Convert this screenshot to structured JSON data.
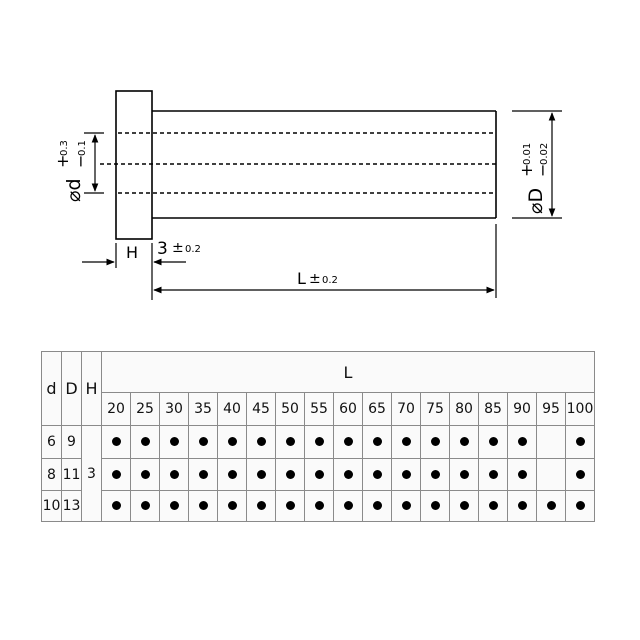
{
  "drawing": {
    "labels": {
      "inner_dia_symbol": "⌀d",
      "inner_dia_tol_upper": "+0.3",
      "inner_dia_tol_lower": "−0.1",
      "outer_dia_symbol": "⌀D",
      "outer_dia_tol_upper": "+0.01",
      "outer_dia_tol_lower": "−0.02",
      "head_height": "H",
      "head_offset_value": "3",
      "head_offset_tol": "±0.2",
      "pm_sign": "±",
      "head_offset_tol_num": "0.2",
      "length": "L",
      "length_tol_num": "0.2"
    }
  },
  "table": {
    "headers": {
      "d": "d",
      "D": "D",
      "H": "H",
      "L": "L"
    },
    "lengths": [
      "20",
      "25",
      "30",
      "35",
      "40",
      "45",
      "50",
      "55",
      "60",
      "65",
      "70",
      "75",
      "80",
      "85",
      "90",
      "95",
      "100"
    ],
    "H_value": "3",
    "rows": [
      {
        "d": "6",
        "D": "9",
        "available": [
          1,
          1,
          1,
          1,
          1,
          1,
          1,
          1,
          1,
          1,
          1,
          1,
          1,
          1,
          1,
          0,
          1
        ]
      },
      {
        "d": "8",
        "D": "11",
        "available": [
          1,
          1,
          1,
          1,
          1,
          1,
          1,
          1,
          1,
          1,
          1,
          1,
          1,
          1,
          1,
          0,
          1
        ]
      },
      {
        "d": "10",
        "D": "13",
        "available": [
          1,
          1,
          1,
          1,
          1,
          1,
          1,
          1,
          1,
          1,
          1,
          1,
          1,
          1,
          1,
          1,
          1
        ]
      }
    ],
    "available_marker": "●"
  }
}
